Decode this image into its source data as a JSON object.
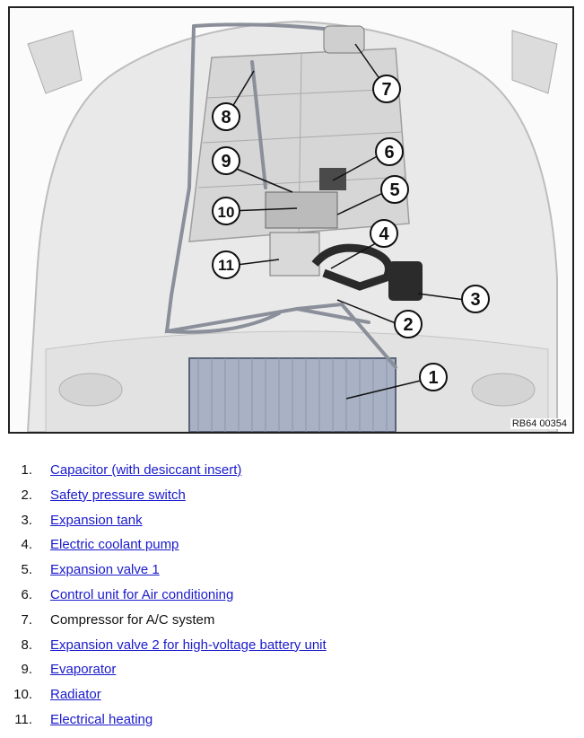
{
  "figure": {
    "id_label": "RB64 00354",
    "callouts": [
      "1",
      "2",
      "3",
      "4",
      "5",
      "6",
      "7",
      "8",
      "9",
      "10",
      "11"
    ]
  },
  "legend": [
    {
      "num": "1.",
      "text": "Capacitor (with desiccant insert)",
      "link": true
    },
    {
      "num": "2.",
      "text": "Safety pressure switch",
      "link": true
    },
    {
      "num": "3.",
      "text": "Expansion tank",
      "link": true
    },
    {
      "num": "4.",
      "text": "Electric coolant pump",
      "link": true
    },
    {
      "num": "5.",
      "text": "Expansion valve 1",
      "link": true
    },
    {
      "num": "6.",
      "text": "Control unit for Air conditioning",
      "link": true
    },
    {
      "num": "7.",
      "text": "Compressor for A/C system",
      "link": false
    },
    {
      "num": "8.",
      "text": "Expansion valve 2 for high-voltage battery unit",
      "link": true
    },
    {
      "num": "9.",
      "text": "Evaporator",
      "link": true
    },
    {
      "num": "10.",
      "text": "Radiator",
      "link": true
    },
    {
      "num": "11.",
      "text": "Electrical heating",
      "link": true
    }
  ]
}
